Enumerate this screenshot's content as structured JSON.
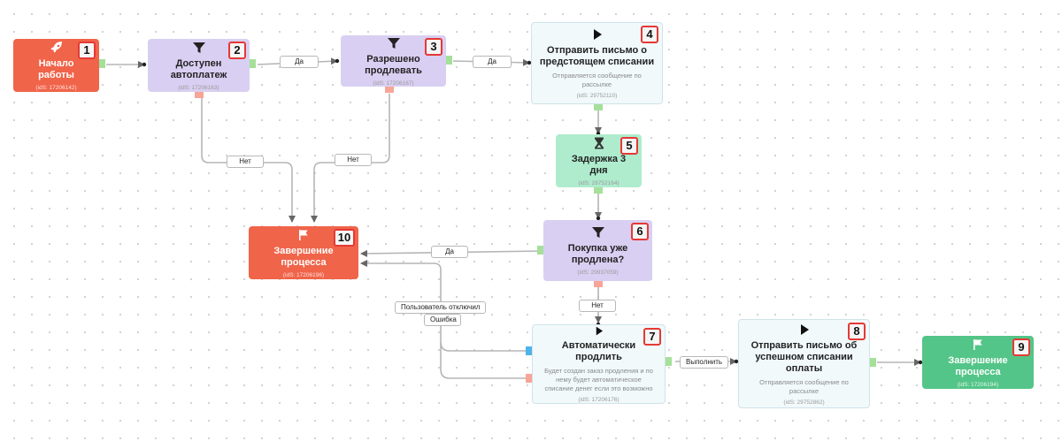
{
  "nodes": {
    "n1": {
      "badge": "1",
      "title": "Начало работы",
      "ids": "(idS: 17206142)",
      "icon": "rocket-icon"
    },
    "n2": {
      "badge": "2",
      "title": "Доступен автоплатеж",
      "ids": "(idS: 17206163)",
      "icon": "filter-icon"
    },
    "n3": {
      "badge": "3",
      "title": "Разрешено продлевать",
      "ids": "(idS: 17206167)",
      "icon": "filter-icon"
    },
    "n4": {
      "badge": "4",
      "title": "Отправить письмо о предстоящем списании",
      "sub": "Отправляется сообщение по рассылке",
      "ids": "(idS: 29752110)",
      "icon": "play-icon"
    },
    "n5": {
      "badge": "5",
      "title": "Задержка 3 дня",
      "ids": "(idS: 29752164)",
      "icon": "hourglass-icon"
    },
    "n6": {
      "badge": "6",
      "title": "Покупка уже продлена?",
      "ids": "(idS: 29937059)",
      "icon": "filter-icon"
    },
    "n7": {
      "badge": "7",
      "title": "Автоматически продлить",
      "sub": "Будет создан заказ продления и по нему будет автоматическое списание денег если это возможно",
      "ids": "(idS: 17206176)",
      "icon": "play-icon"
    },
    "n8": {
      "badge": "8",
      "title": "Отправить письмо об успешном списании оплаты",
      "sub": "Отправляется сообщение по рассылке",
      "ids": "(idS: 29752862)",
      "icon": "play-icon"
    },
    "n9": {
      "badge": "9",
      "title": "Завершение процесса",
      "ids": "(idS: 17206194)",
      "icon": "flag-icon"
    },
    "n10": {
      "badge": "10",
      "title": "Завершение процесса",
      "ids": "(idS: 17206196)",
      "icon": "flag-icon"
    }
  },
  "edge_labels": {
    "yes_2_3": "Да",
    "yes_3_4": "Да",
    "no_2": "Нет",
    "no_3": "Нет",
    "yes_6": "Да",
    "no_6": "Нет",
    "user_disabled": "Пользователь отключил",
    "error": "Ошибка",
    "done": "Выполнить"
  },
  "colors": {
    "start_end_red": "#f0644a",
    "filter_purple": "#d9cff2",
    "delay_mint": "#aeeccd",
    "action_pale": "#f1f9fb",
    "finish_green": "#54c588",
    "badge_border": "#e53935",
    "port_success": "#a5e09a",
    "port_fail": "#f7a597",
    "port_blue": "#4fb3ea",
    "connector": "#b5b5b5"
  }
}
